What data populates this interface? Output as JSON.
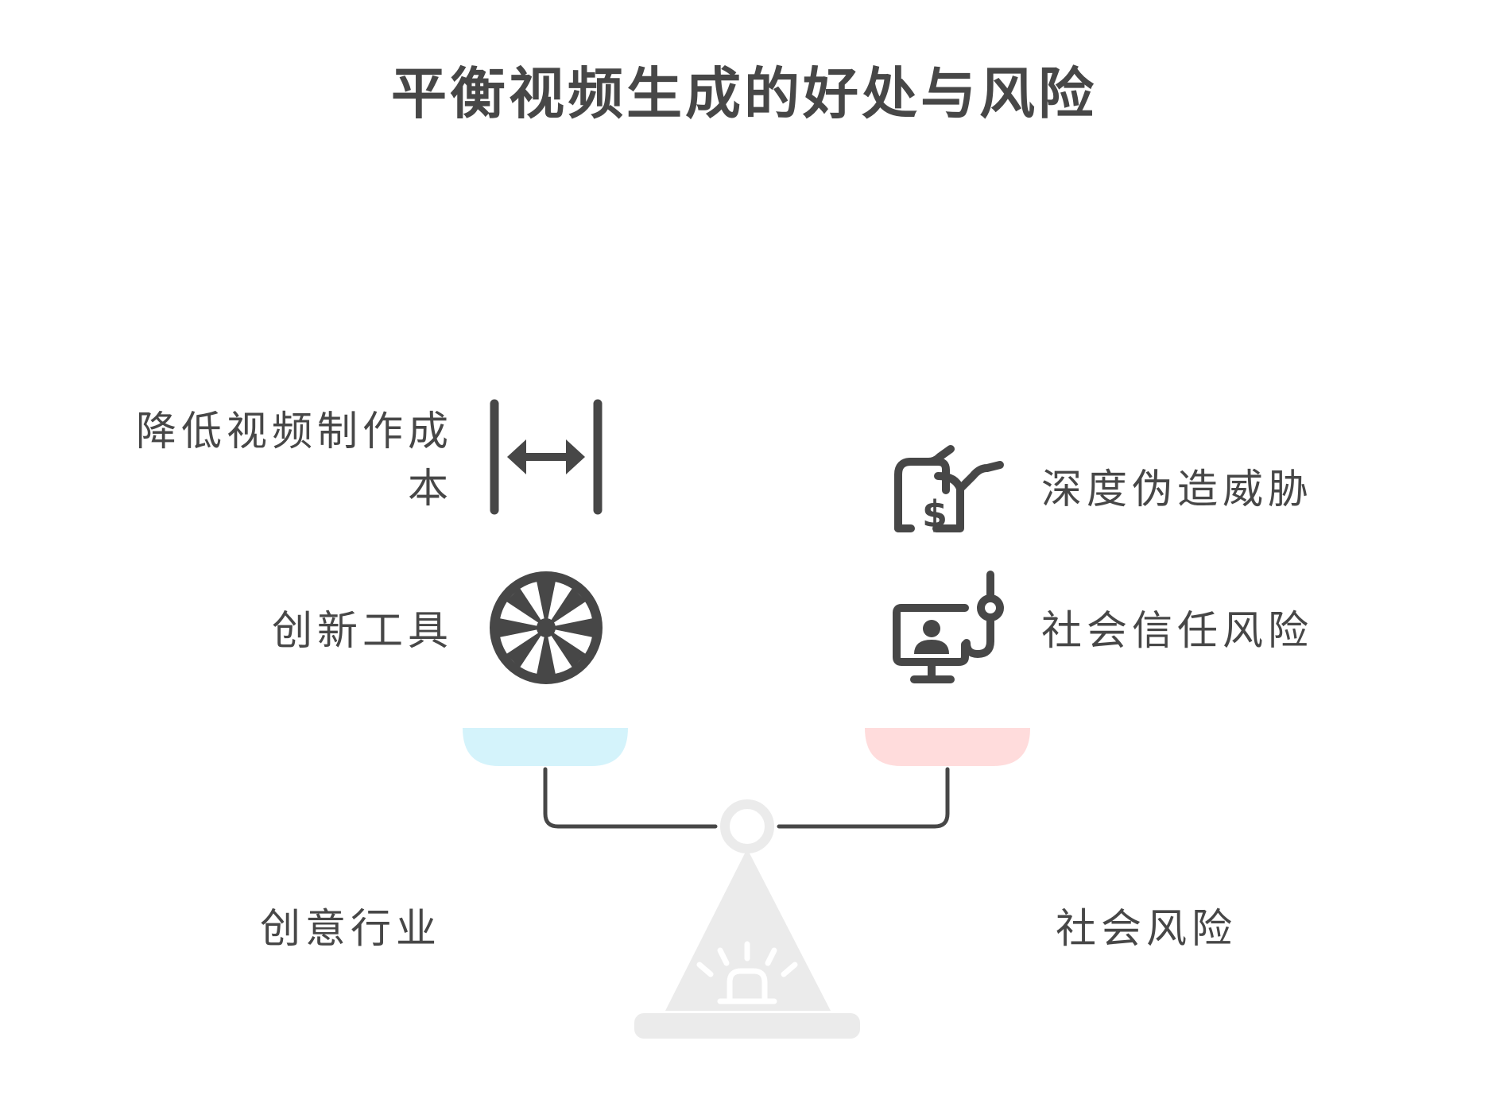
{
  "title": "平衡视频生成的好处与风险",
  "left_side": {
    "group_label": "创意行业",
    "items": [
      {
        "label": "降低视频制作成本",
        "icon": "width-arrows-icon"
      },
      {
        "label": "创新工具",
        "icon": "wheel-icon"
      }
    ],
    "pan_color": "#d4f3fb"
  },
  "right_side": {
    "group_label": "社会风险",
    "items": [
      {
        "label": "深度伪造威胁",
        "icon": "hand-money-hook-icon"
      },
      {
        "label": "社会信任风险",
        "icon": "monitor-phishing-icon"
      }
    ],
    "pan_color": "#ffdcdc"
  },
  "colors": {
    "text": "#474747",
    "icon": "#474747",
    "scale_base": "#ebebeb",
    "beam": "#474747"
  }
}
